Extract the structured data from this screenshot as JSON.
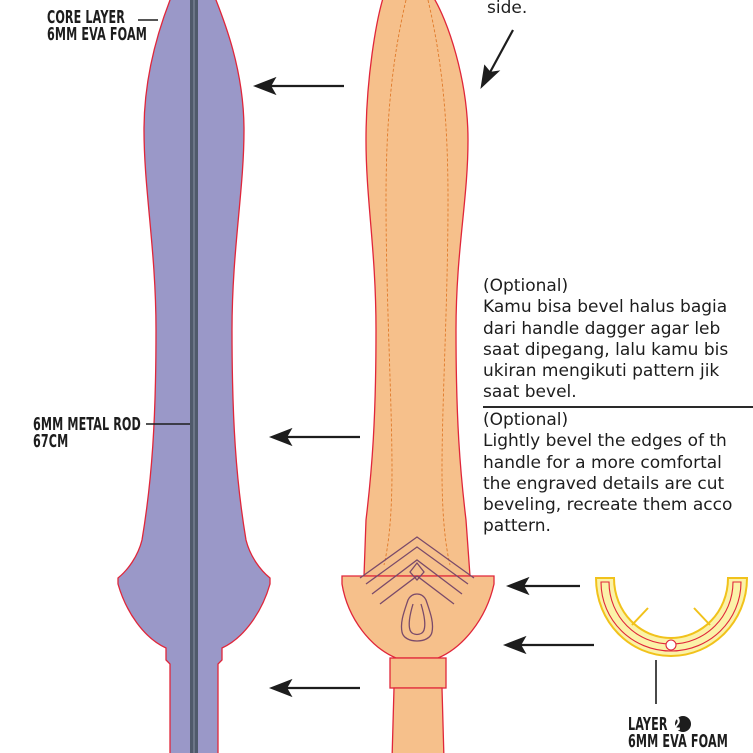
{
  "core_label": {
    "line1": "CORE LAYER",
    "line2": "6MM EVA FOAM"
  },
  "rod_label": {
    "line1": "6MM METAL ROD",
    "line2": "67CM"
  },
  "layer2_label": {
    "line1": "LAYER",
    "badge": "2",
    "line2": "6MM EVA FOAM"
  },
  "top_note_fragment": "side.",
  "note_id": {
    "heading": "(Optional)",
    "lines": [
      "Kamu bisa bevel halus bagia",
      "dari handle dagger agar leb",
      "saat dipegang, lalu kamu bis",
      "ukiran mengikuti pattern jik",
      "saat bevel."
    ]
  },
  "note_en": {
    "heading": "(Optional)",
    "lines": [
      "Lightly bevel the edges of th",
      "handle for a more comfortal",
      "the engraved details are cut",
      "beveling, recreate them acco",
      "pattern."
    ]
  },
  "colors": {
    "core_foam": "#9a98c8",
    "layer_foam": "#f6c08b",
    "outline_red": "#e0263a",
    "rod": "#4f5a6b",
    "guard_yellow": "#fbf2a8",
    "guard_border": "#f1c21b"
  }
}
